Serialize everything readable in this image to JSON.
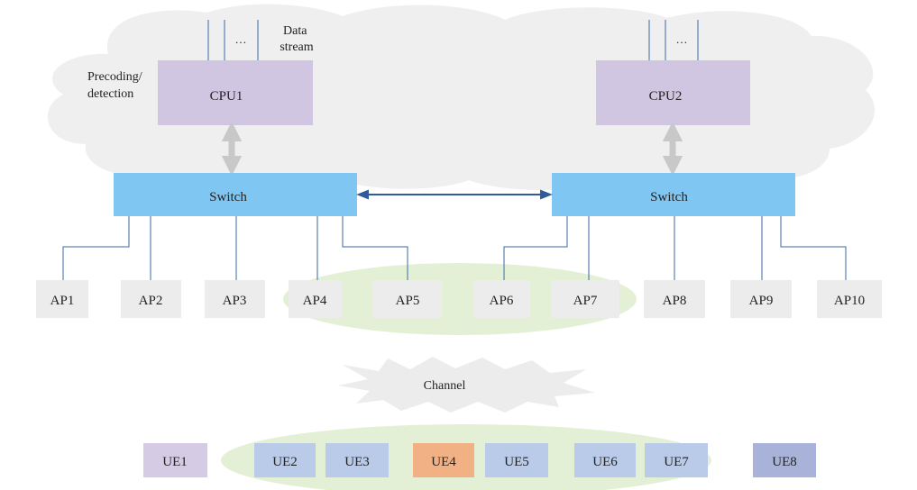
{
  "colors": {
    "cloud": "#efefef",
    "cpu_box": "#d0c6e2",
    "switch_box": "#7fc7f2",
    "ap_box": "#ececec",
    "ellipse": "#e4f0d6",
    "ue_default": "#b9cbe8",
    "ue1": "#d6cbe5",
    "ue4": "#f2b184",
    "ue8": "#a9b2d8",
    "fronthaul_line": "#3a6aa6",
    "cpu_link_arrow": "#c8c8c8",
    "switch_link_arrow": "#2f5b9a",
    "channel_burst": "#ececec"
  },
  "cpus": [
    {
      "label": "CPU1"
    },
    {
      "label": "CPU2"
    }
  ],
  "data_stream_label": [
    "Data",
    "stream"
  ],
  "ellipsis": "…",
  "precoding_label": [
    "Precoding/",
    "detection"
  ],
  "switches": [
    {
      "label": "Switch"
    },
    {
      "label": "Switch"
    }
  ],
  "aps": [
    {
      "label": "AP1"
    },
    {
      "label": "AP2"
    },
    {
      "label": "AP3"
    },
    {
      "label": "AP4"
    },
    {
      "label": "AP5"
    },
    {
      "label": "AP6"
    },
    {
      "label": "AP7"
    },
    {
      "label": "AP8"
    },
    {
      "label": "AP9"
    },
    {
      "label": "AP10"
    }
  ],
  "channel_label": "Channel",
  "ues": [
    {
      "label": "UE1",
      "color_key": "ue1"
    },
    {
      "label": "UE2",
      "color_key": "ue_default"
    },
    {
      "label": "UE3",
      "color_key": "ue_default"
    },
    {
      "label": "UE4",
      "color_key": "ue4"
    },
    {
      "label": "UE5",
      "color_key": "ue_default"
    },
    {
      "label": "UE6",
      "color_key": "ue_default"
    },
    {
      "label": "UE7",
      "color_key": "ue_default"
    },
    {
      "label": "UE8",
      "color_key": "ue8"
    }
  ]
}
